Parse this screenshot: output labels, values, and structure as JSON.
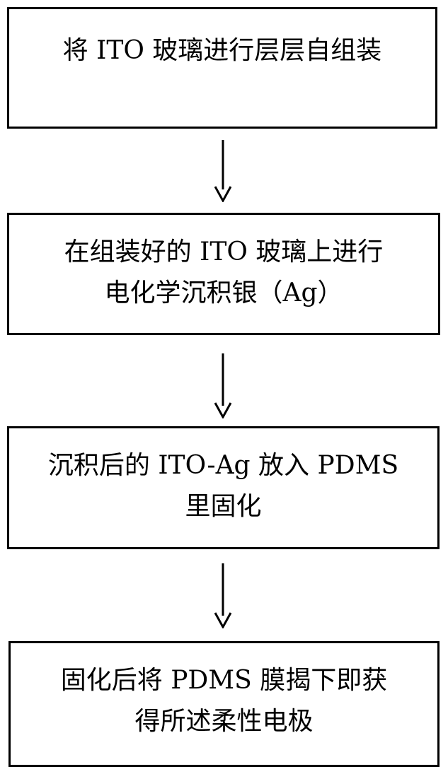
{
  "steps": [
    {
      "lines": [
        "将 ITO 玻璃进行层层自组装"
      ]
    },
    {
      "lines": [
        "在组装好的 ITO 玻璃上进行",
        "电化学沉积银（Ag）"
      ]
    },
    {
      "lines": [
        "沉积后的 ITO-Ag 放入 PDMS",
        "里固化"
      ]
    },
    {
      "lines": [
        "固化后将 PDMS 膜揭下即获",
        "得所述柔性电极"
      ]
    }
  ],
  "colors": {
    "border": "#000000",
    "text": "#000000",
    "background": "#ffffff"
  }
}
